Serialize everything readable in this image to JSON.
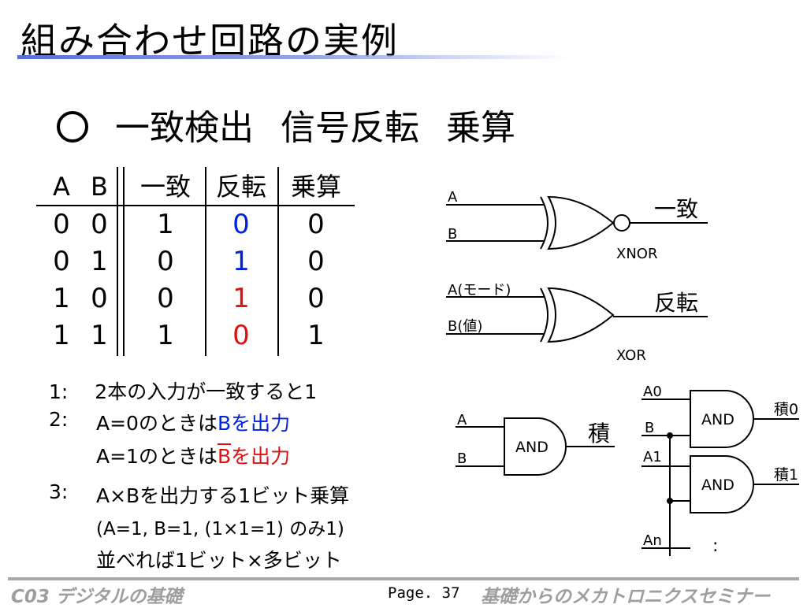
{
  "slide_title": "組み合わせ回路の実例",
  "heading": {
    "items": [
      "一致検出",
      "信号反転",
      "乗算"
    ]
  },
  "truth_table": {
    "headers": [
      "A",
      "B",
      "一致",
      "反転",
      "乗算"
    ],
    "rows": [
      [
        "0",
        "0",
        "1",
        "0",
        "0"
      ],
      [
        "0",
        "1",
        "0",
        "1",
        "0"
      ],
      [
        "1",
        "0",
        "0",
        "1",
        "0"
      ],
      [
        "1",
        "1",
        "1",
        "0",
        "1"
      ]
    ],
    "invert_colors": [
      "#0022dd",
      "#0022dd",
      "#dd1111",
      "#dd1111"
    ]
  },
  "notes": {
    "n1_num": "1:",
    "n1_text": "2本の入力が一致すると1",
    "n2_num": "2:",
    "n2_line1_a": "A=0のときは",
    "n2_line1_b": "Bを出力",
    "n2_line2_a": "A=1のときは",
    "n2_line2_bar": "B",
    "n2_line2_b": "を出力",
    "n3_num": "3:",
    "n3_line1": "A×Bを出力する1ビット乗算",
    "n3_line2": "(A=1, B=1, (1×1=1) のみ1)",
    "n3_line3": "並べれば1ビット×多ビット"
  },
  "circuits": {
    "xnor": {
      "in_a": "A",
      "in_b": "B",
      "out": "一致",
      "gate": "XNOR"
    },
    "xor": {
      "in_a": "A(モード)",
      "in_b": "B(値)",
      "out": "反転",
      "gate": "XOR"
    },
    "and1": {
      "in_a": "A",
      "in_b": "B",
      "out": "積",
      "gate": "AND"
    },
    "multi": {
      "a0": "A0",
      "b": "B",
      "a1": "A1",
      "an": "An",
      "gate0": "AND",
      "gate1": "AND",
      "out0": "積0",
      "out1": "積1",
      "dots": ":"
    }
  },
  "footer": {
    "left": "C03 デジタルの基礎",
    "page": "Page. 37",
    "right": "基礎からのメカトロニクスセミナー"
  },
  "colors": {
    "accent_blue": "#0022dd",
    "accent_red": "#dd1111",
    "footer_gray": "#9e9e9e"
  }
}
